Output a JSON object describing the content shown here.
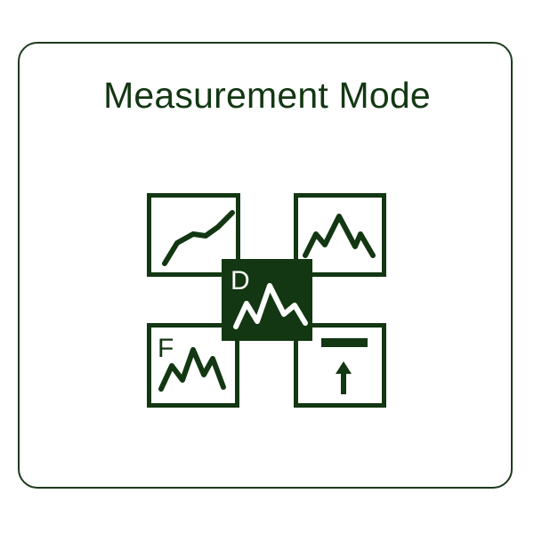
{
  "title": "Measurement Mode",
  "modes": {
    "center_letter": "D",
    "bottom_left_letter": "F"
  },
  "colors": {
    "primary": "#123712",
    "border": "#1e3a1e",
    "background": "#ffffff"
  },
  "icons": {
    "top_left": "trend-line-icon",
    "top_right": "spectrum-peaks-icon",
    "center": "dynamic-mode-icon",
    "bottom_left": "fft-peaks-icon",
    "bottom_right": "peak-hold-arrow-icon"
  }
}
